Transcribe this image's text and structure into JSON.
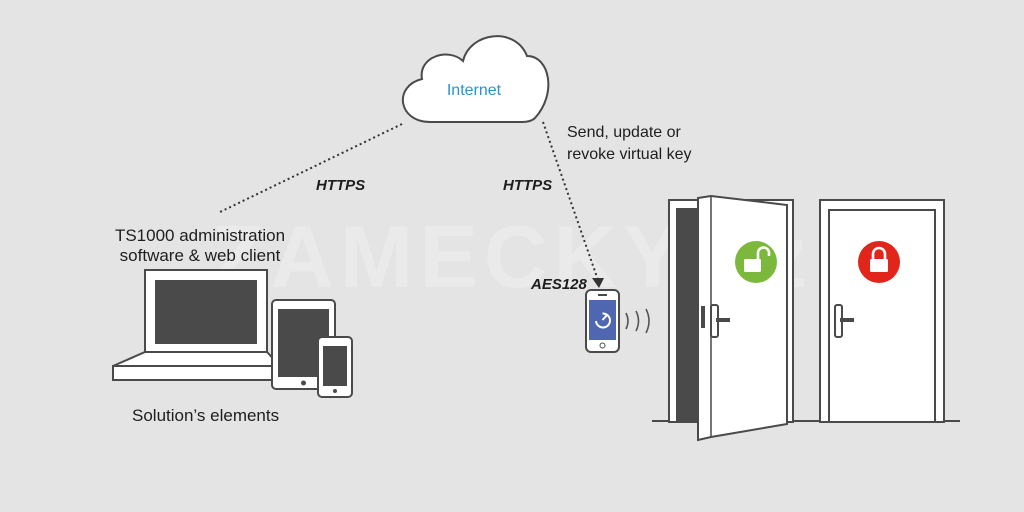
{
  "cloud": {
    "label": "Internet"
  },
  "connections": {
    "left_protocol": "HTTPS",
    "right_protocol": "HTTPS",
    "phone_encryption": "AES128",
    "virtual_key_note": "Send, update or\nrevoke virtual key"
  },
  "admin": {
    "title_line1": "TS1000 administration",
    "title_line2": "software & web client",
    "caption": "Solution’s elements"
  },
  "watermark": {
    "text": "ZAMECKY.cz"
  },
  "colors": {
    "background": "#e4e4e4",
    "accent_blue": "#2b93cc",
    "unlocked_green": "#7cb83c",
    "locked_red": "#e1251b",
    "screen_dark": "#4a4a4a",
    "phone_screen": "#4f67b0"
  },
  "icons": {
    "unlocked": "padlock-open-icon",
    "locked": "padlock-closed-icon",
    "signal": "wireless-signal-icon"
  }
}
